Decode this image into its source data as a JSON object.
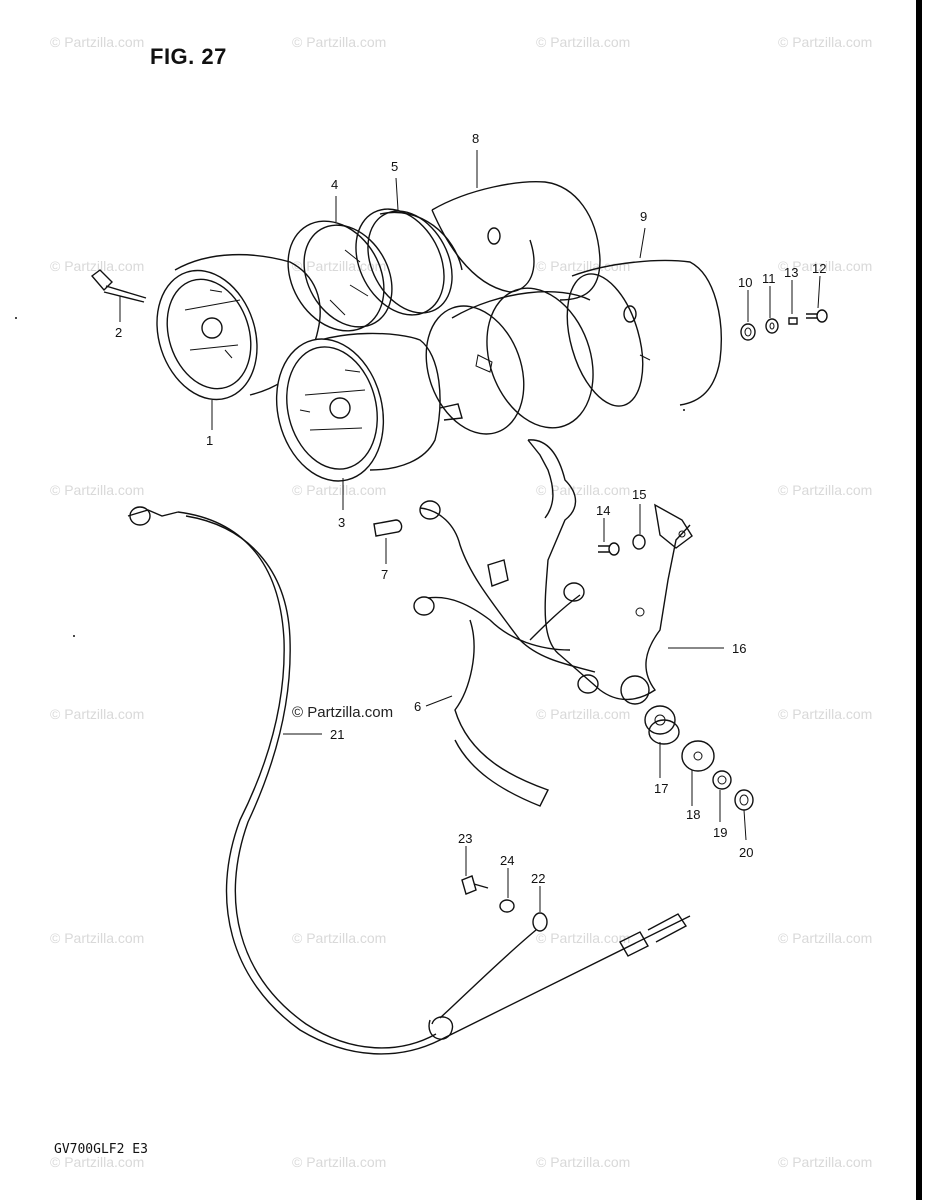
{
  "figure": {
    "title": "FIG. 27",
    "code": "GV700GLF2  E3"
  },
  "watermark": {
    "text": "© Partzilla.com",
    "center_text": "© Partzilla.com"
  },
  "callouts": [
    {
      "id": "1",
      "label": "1"
    },
    {
      "id": "2",
      "label": "2"
    },
    {
      "id": "3",
      "label": "3"
    },
    {
      "id": "4",
      "label": "4"
    },
    {
      "id": "5",
      "label": "5"
    },
    {
      "id": "6",
      "label": "6"
    },
    {
      "id": "7",
      "label": "7"
    },
    {
      "id": "8",
      "label": "8"
    },
    {
      "id": "9",
      "label": "9"
    },
    {
      "id": "10",
      "label": "10"
    },
    {
      "id": "11",
      "label": "11"
    },
    {
      "id": "12",
      "label": "12"
    },
    {
      "id": "13",
      "label": "13"
    },
    {
      "id": "14",
      "label": "14"
    },
    {
      "id": "15",
      "label": "15"
    },
    {
      "id": "16",
      "label": "16"
    },
    {
      "id": "17",
      "label": "17"
    },
    {
      "id": "18",
      "label": "18"
    },
    {
      "id": "19",
      "label": "19"
    },
    {
      "id": "20",
      "label": "20"
    },
    {
      "id": "21",
      "label": "21"
    },
    {
      "id": "22",
      "label": "22"
    },
    {
      "id": "23",
      "label": "23"
    },
    {
      "id": "24",
      "label": "24"
    }
  ]
}
